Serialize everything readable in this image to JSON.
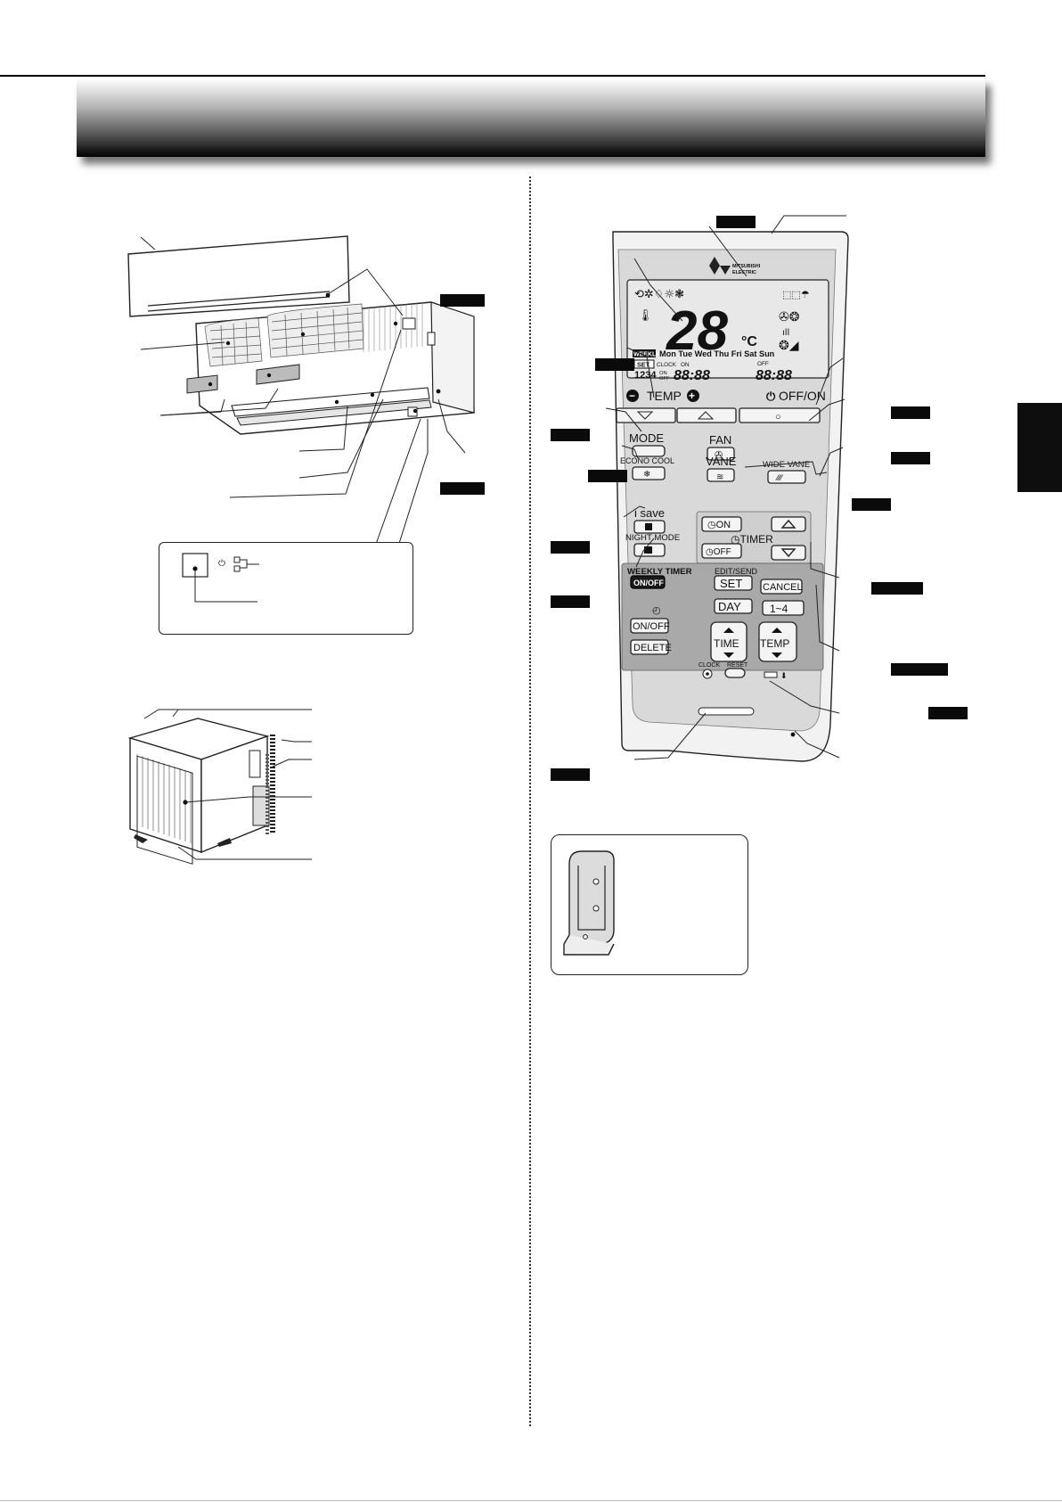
{
  "remote": {
    "brand": "MITSUBISHI ELECTRIC",
    "display": {
      "temperature": "28",
      "unit": "°C",
      "days": "Mon Tue Wed Thu Fri Sat Sun",
      "weekly": "WEEKLY",
      "set": "SET",
      "clock": "CLOCK",
      "on": "ON",
      "off": "OFF",
      "prog": "1234",
      "time_digits": "88:88",
      "time_digits_2": "88:88"
    },
    "buttons": {
      "temp_minus": "−",
      "temp_label": "TEMP",
      "temp_plus": "+",
      "off_on": "OFF/ON",
      "off_on_symbol": "○",
      "mode": "MODE",
      "econo_cool": "ECONO COOL",
      "fan": "FAN",
      "vane": "VANE",
      "wide_vane": "WIDE VANE",
      "i_save": "i save",
      "night_mode": "NIGHT MODE",
      "timer_on": "ON",
      "timer_off": "OFF",
      "timer": "TIMER",
      "weekly_timer": "WEEKLY TIMER",
      "weekly_on_off": "ON/OFF",
      "edit_send": "EDIT/SEND",
      "set": "SET",
      "cancel": "CANCEL",
      "day": "DAY",
      "one_to_four": "1~4",
      "on_off": "ON/OFF",
      "delete": "DELETE",
      "time": "TIME",
      "temp": "TEMP",
      "clock": "CLOCK",
      "reset": "RESET"
    }
  }
}
